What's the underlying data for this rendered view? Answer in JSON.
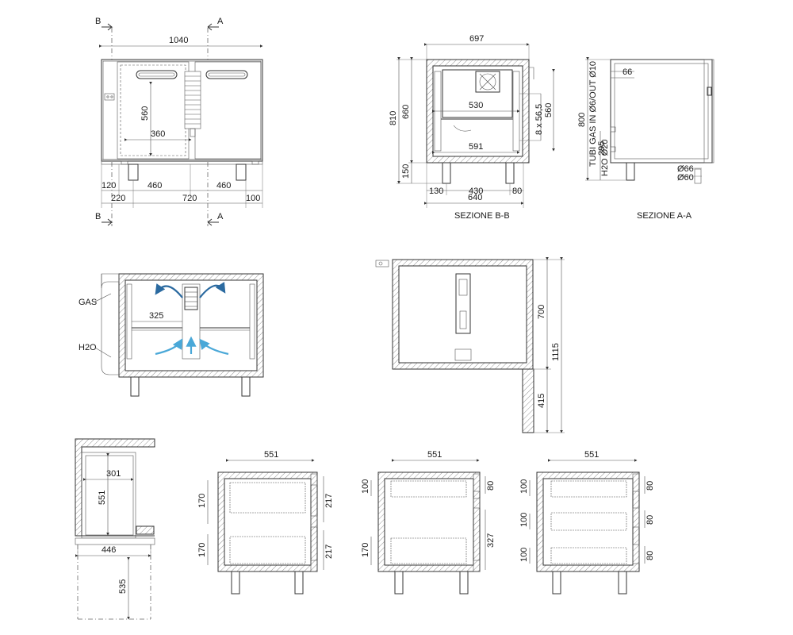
{
  "section_markers": {
    "a": "A",
    "b": "B"
  },
  "front_view": {
    "width_total": "1040",
    "height_inner": "560",
    "width_inner": "360",
    "dims_row1": [
      "120",
      "460",
      "460"
    ],
    "dims_row2": [
      "220",
      "720",
      "100"
    ]
  },
  "section_bb": {
    "caption": "SEZIONE B-B",
    "width_top": "697",
    "height_total": "810",
    "height_body": "660",
    "height_legs": "150",
    "inner_width": "530",
    "inner_height": "560",
    "pitch": "8 x 56,5",
    "inner_bottom": "591",
    "dims_bottom": [
      "130",
      "430",
      "80"
    ],
    "width_bottom": "640"
  },
  "section_aa": {
    "caption": "SEZIONE A-A",
    "height_total": "800",
    "tubes_gas": "TUBI GAS IN Ø6/OUT Ø10",
    "height_295": "295",
    "h2o": "H2O Ø20",
    "top_offset": "66",
    "pipe1": "Ø66",
    "pipe2": "Ø60"
  },
  "flow_view": {
    "gas": "GAS",
    "h2o": "H2O",
    "shelf": "325"
  },
  "side_view": {
    "upper": "700",
    "total": "1115",
    "lower": "415"
  },
  "door_view": {
    "inner_width": "301",
    "inner_height": "551",
    "depth": "446",
    "leg": "535"
  },
  "drawer_views": {
    "width": "551",
    "v1": {
      "left": [
        "170",
        "170"
      ],
      "right": [
        "217",
        "217"
      ]
    },
    "v2": {
      "left": [
        "100",
        "170"
      ],
      "right": [
        "80",
        "327"
      ]
    },
    "v3": {
      "left": [
        "100",
        "100",
        "100"
      ],
      "right": [
        "80",
        "80",
        "80"
      ]
    }
  }
}
